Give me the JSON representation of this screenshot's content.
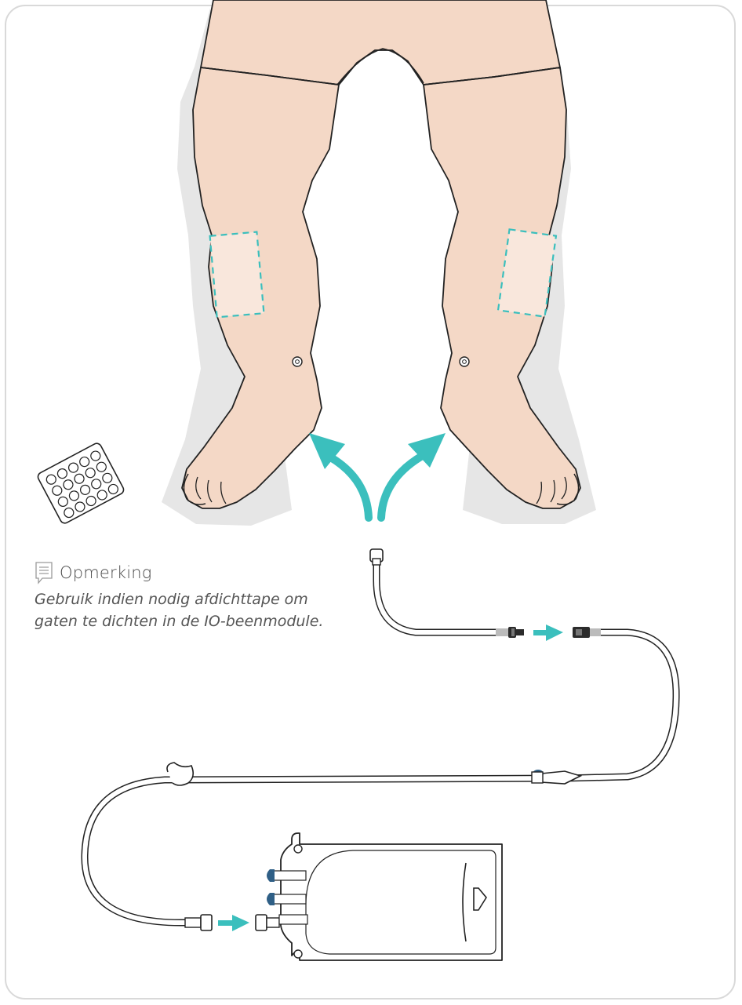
{
  "note": {
    "icon": "note-icon",
    "title": "Opmerking",
    "lines": [
      "Gebruik indien nodig afdichttape om",
      "gaten te dichten in de IO-beenmodule."
    ]
  },
  "colors": {
    "skin": "#f4d8c6",
    "skin_highlight": "#f9e7dc",
    "shadow": "#e6e6e6",
    "accent": "#3bbfbd",
    "outline": "#222222",
    "tube": "#ffffff",
    "connector_dark": "#2b2b2b",
    "clamp_blue": "#2f5f86",
    "frame": "#d9d9d9"
  }
}
